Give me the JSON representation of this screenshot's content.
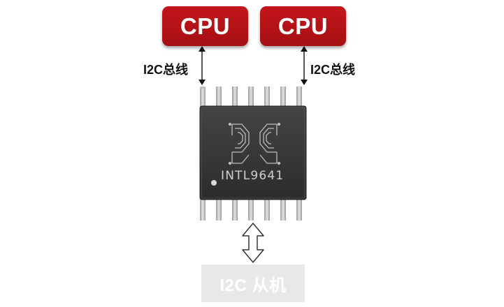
{
  "cpus": [
    {
      "label": "CPU"
    },
    {
      "label": "CPU"
    }
  ],
  "bus_labels": [
    "I2C总线",
    "I2C总线"
  ],
  "chip": {
    "label": "INTL9641"
  },
  "slave": {
    "label": "I2C 从机"
  },
  "colors": {
    "cpu_fill": "#b31217",
    "chip_body": "#3a3a3a",
    "pins": "#c8c8c8",
    "slave_fill": "#e8e8e8"
  }
}
